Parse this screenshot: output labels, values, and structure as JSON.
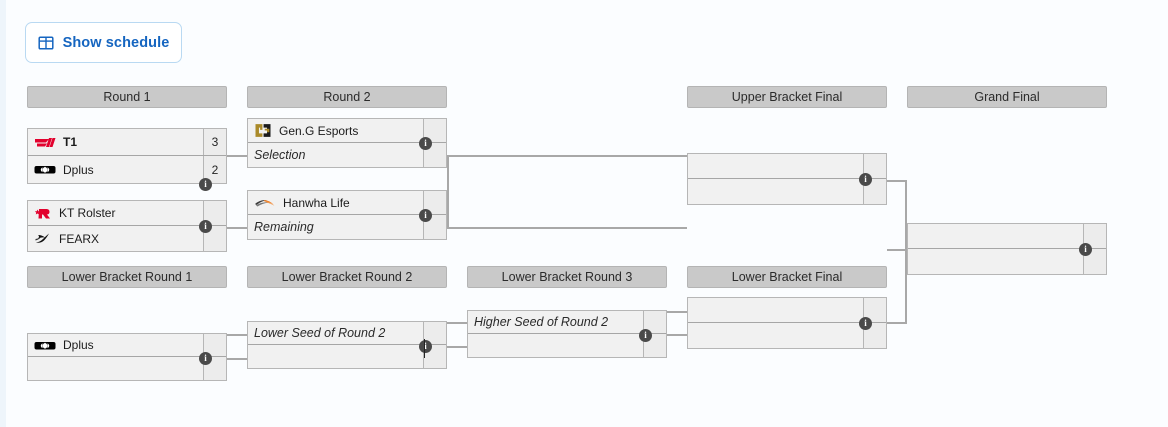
{
  "toolbar": {
    "schedule_label": "Show schedule",
    "schedule_icon": "grid-icon",
    "accent_color": "#1565c0"
  },
  "headers": {
    "upper": [
      {
        "label": "Round 1"
      },
      {
        "label": "Round 2"
      },
      {
        "label": "Upper Bracket Final"
      },
      {
        "label": "Grand Final"
      }
    ],
    "lower": [
      {
        "label": "Lower Bracket Round 1"
      },
      {
        "label": "Lower Bracket Round 2"
      },
      {
        "label": "Lower Bracket Round 3"
      },
      {
        "label": "Lower Bracket Final"
      }
    ]
  },
  "matches": {
    "r1m1": {
      "top": {
        "team": "T1",
        "score": "3",
        "logo": "t1-logo"
      },
      "bottom": {
        "team": "Dplus",
        "score": "2",
        "logo": "dplus-logo"
      },
      "info": "i"
    },
    "r1m2": {
      "top": {
        "team": "KT Rolster",
        "score": "",
        "logo": "kt-rolster-logo"
      },
      "bottom": {
        "team": "FEARX",
        "score": "",
        "logo": "fearx-logo"
      },
      "info": "i"
    },
    "r2m1": {
      "top": {
        "team": "Gen.G Esports",
        "score": "",
        "logo": "geng-logo"
      },
      "bottom": {
        "team": "Selection",
        "score": "",
        "logo": ""
      },
      "info": "i"
    },
    "r2m2": {
      "top": {
        "team": "Hanwha Life",
        "score": "",
        "logo": "hanwha-life-logo"
      },
      "bottom": {
        "team": "Remaining",
        "score": "",
        "logo": ""
      },
      "info": "i"
    },
    "ubf": {
      "top": {
        "team": "",
        "score": "",
        "logo": ""
      },
      "bottom": {
        "team": "",
        "score": "",
        "logo": ""
      },
      "info": "i"
    },
    "gf": {
      "top": {
        "team": "",
        "score": "",
        "logo": ""
      },
      "bottom": {
        "team": "",
        "score": "",
        "logo": ""
      },
      "info": "i"
    },
    "lbr1m1": {
      "top": {
        "team": "Dplus",
        "score": "",
        "logo": "dplus-logo"
      },
      "bottom": {
        "team": "",
        "score": "",
        "logo": ""
      },
      "info": "i"
    },
    "lbr2m1": {
      "top": {
        "team": "Lower Seed of Round 2",
        "score": "",
        "logo": ""
      },
      "bottom": {
        "team": "",
        "score": "",
        "logo": ""
      },
      "info": "i"
    },
    "lbr3m1": {
      "top": {
        "team": "Higher Seed of Round 2",
        "score": "",
        "logo": ""
      },
      "bottom": {
        "team": "",
        "score": "",
        "logo": ""
      },
      "info": "i"
    },
    "lbf": {
      "top": {
        "team": "",
        "score": "",
        "logo": ""
      },
      "bottom": {
        "team": "",
        "score": "",
        "logo": ""
      },
      "info": "i"
    }
  }
}
